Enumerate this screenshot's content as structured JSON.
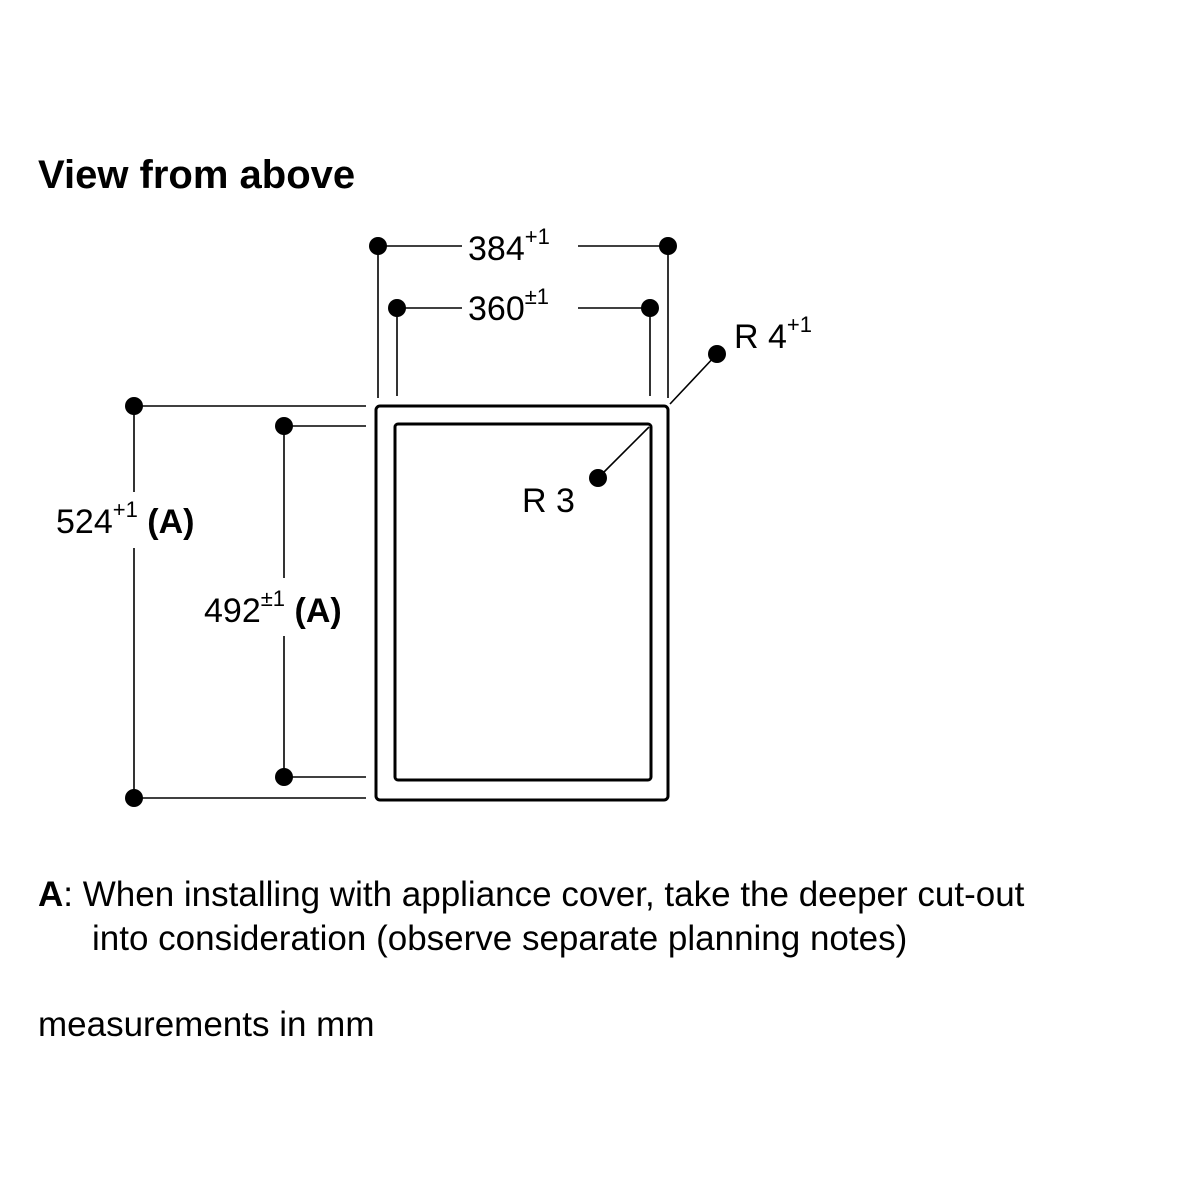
{
  "title": "View from above",
  "dimensions": {
    "width_outer": {
      "value": "384",
      "tol": "+1"
    },
    "width_inner": {
      "value": "360",
      "tol": "±1"
    },
    "radius_outer": {
      "prefix": "R 4",
      "tol": "+1"
    },
    "radius_inner": {
      "text": "R 3"
    },
    "depth_outer": {
      "value": "524",
      "tol": "+1",
      "ref": "(A)"
    },
    "depth_inner": {
      "value": "492",
      "tol": "±1",
      "ref": "(A)"
    }
  },
  "note": {
    "key": "A",
    "line1": ": When installing with appliance cover, take the deeper cut-out",
    "line2": "into consideration (observe separate planning notes)"
  },
  "units_text": "measurements in mm"
}
